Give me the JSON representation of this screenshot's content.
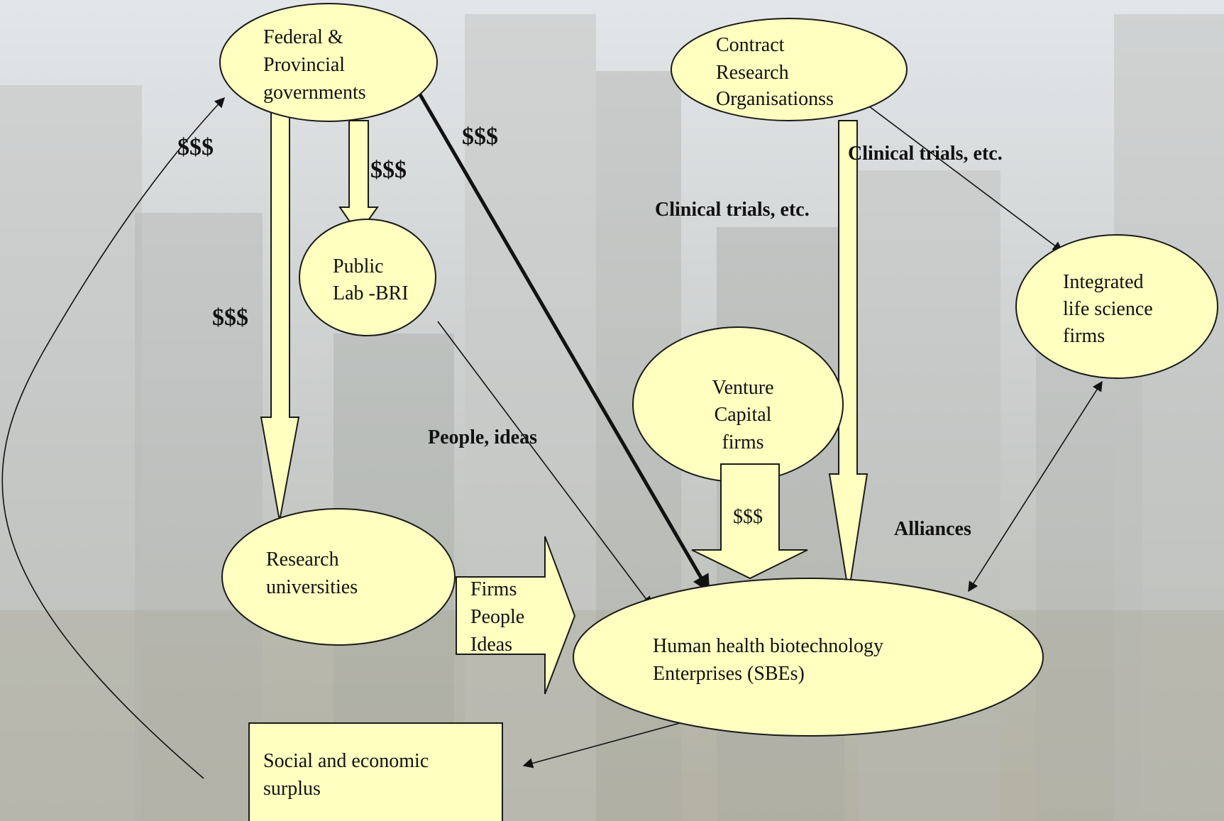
{
  "nodes": {
    "governments": [
      "Federal &",
      "Provincial",
      "governments"
    ],
    "cro": [
      "Contract",
      "Research",
      "Organisationss"
    ],
    "public_lab": [
      "Public",
      "Lab -BRI"
    ],
    "integrated": [
      "Integrated",
      "life science",
      "firms"
    ],
    "venture": [
      "Venture",
      "Capital",
      "firms"
    ],
    "universities": [
      "Research",
      "universities"
    ],
    "sbe": [
      "Human health biotechnology",
      "Enterprises (SBEs)"
    ],
    "surplus": [
      "Social and economic",
      "surplus"
    ]
  },
  "flow_labels": {
    "gov_to_lab": "$$$",
    "gov_to_univ": "$$$",
    "gov_to_sbe": "$$$",
    "surplus_to_gov": "$$$",
    "vc_to_sbe": "$$$",
    "cro_to_sbe": "Clinical trials, etc.",
    "cro_to_integrated": "Clinical trials, etc.",
    "lab_to_sbe": "People, ideas",
    "alliances": "Alliances",
    "univ_to_sbe": [
      "Firms",
      "People",
      "Ideas"
    ]
  },
  "colors": {
    "node_fill": "#ffffc0",
    "outline": "#1a1a1a",
    "background": "#c9ccc9"
  }
}
